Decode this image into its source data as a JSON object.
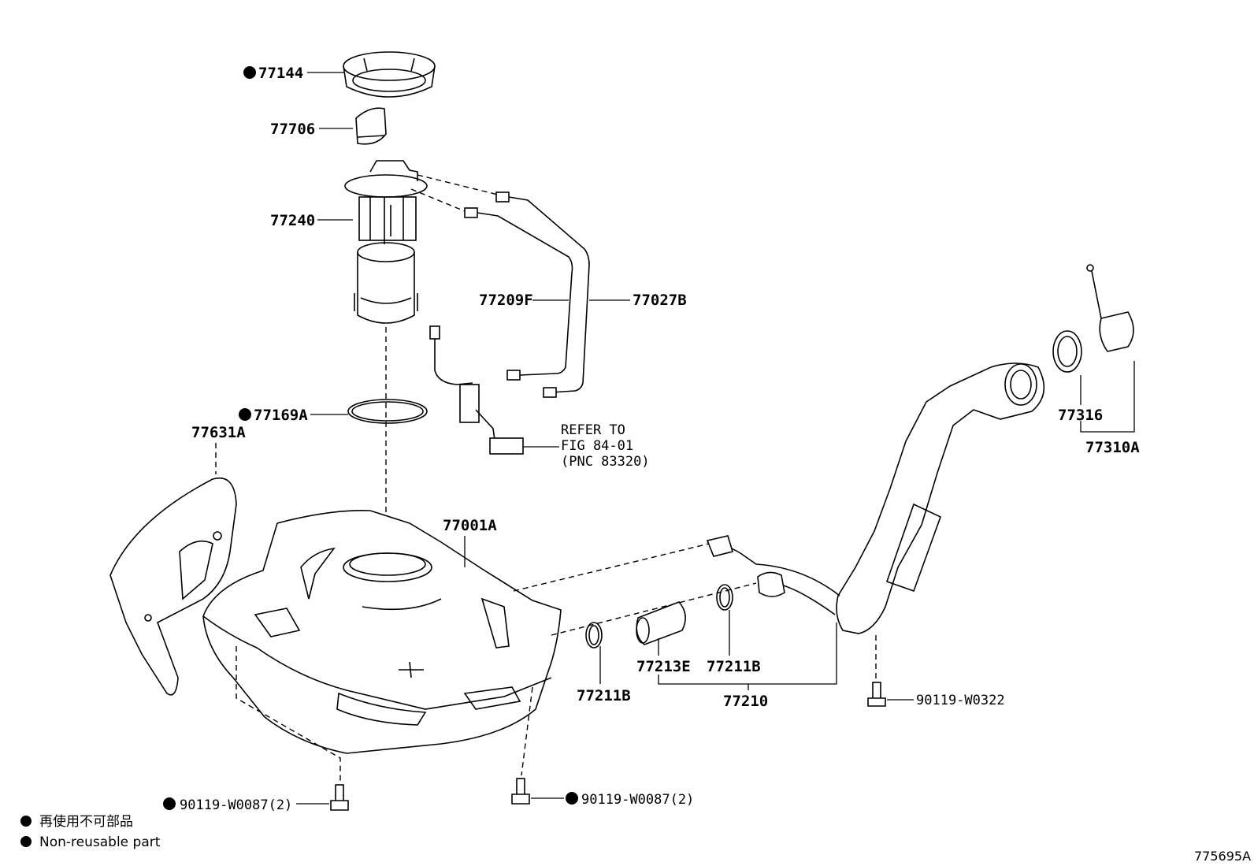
{
  "legend": {
    "jp": "再使用不可部品",
    "en": "Non-reusable part"
  },
  "figure_code": "775695A",
  "labels": {
    "p77144": "77144",
    "p77706": "77706",
    "p77240": "77240",
    "p77209F": "77209F",
    "p77027B": "77027B",
    "p77169A": "77169A",
    "p77631A": "77631A",
    "refer1": "REFER TO",
    "refer2": "FIG 84-01",
    "refer3": "(PNC 83320)",
    "p77001A": "77001A",
    "p77316": "77316",
    "p77310A": "77310A",
    "p77213E": "77213E",
    "p77211B_a": "77211B",
    "p77211B_b": "77211B",
    "p77210": "77210",
    "p90119_W0322": "90119-W0322",
    "p90119_W0087_left": "90119-W0087(2)",
    "p90119_W0087_right": "90119-W0087(2)"
  }
}
